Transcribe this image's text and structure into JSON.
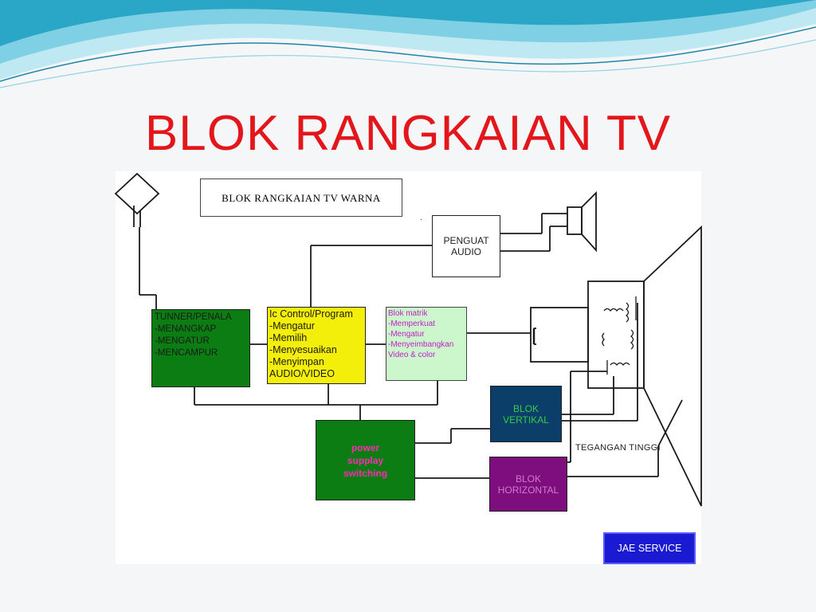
{
  "slide": {
    "title": "BLOK RANGKAIAN TV",
    "colors": {
      "title": "#e3161b",
      "wave_dark": "#2aa6c6",
      "wave_light": "#bfe9f2"
    }
  },
  "diagram": {
    "caption": "BLOK RANGKAIAN TV WARNA",
    "dot": ".",
    "penguat": {
      "line1": "PENGUAT",
      "line2": "AUDIO"
    },
    "tunner": {
      "lines": [
        "TUNNER/PENALA",
        "",
        "-MENANGKAP",
        "-MENGATUR",
        "-MENCAMPUR"
      ],
      "color": "#0b7d12"
    },
    "ic_control": {
      "lines": [
        "Ic Control/Program",
        "-Mengatur",
        "-Memilih",
        "-Menyesuaikan",
        "-Menyimpan",
        "AUDIO/VIDEO"
      ],
      "color": "#f4ef0a"
    },
    "matrik": {
      "lines": [
        "Blok matrik",
        "-Memperkuat",
        "-Mengatur",
        "-Menyeimbangkan",
        "Video & color"
      ],
      "color": "#ccf7cc"
    },
    "power": {
      "lines": [
        "power",
        "supplay",
        "switching"
      ],
      "color": "#0b7d12"
    },
    "vertikal": {
      "line1": "BLOK",
      "line2": "VERTIKAL",
      "color": "#0c3e6a"
    },
    "horizontal": {
      "line1": "BLOK",
      "line2": "HORIZONTAL",
      "color": "#7e0e7e"
    },
    "tegangan": "TEGANGAN TINGGI",
    "jae": "JAE SERVICE",
    "icons": [
      "antenna-icon",
      "speaker-icon",
      "crt-tube-icon",
      "deflection-coil-icon"
    ]
  }
}
